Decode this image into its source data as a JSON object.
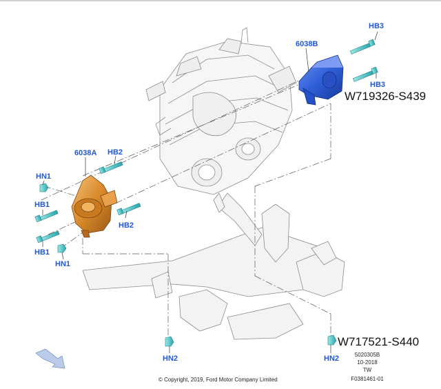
{
  "diagram": {
    "callouts": {
      "hb3_top": "HB3",
      "hb3_bottom": "HB3",
      "bracket_right": "6038B",
      "bracket_left": "6038A",
      "hb2_top": "HB2",
      "hb2_bottom": "HB2",
      "hn1_top": "HN1",
      "hn1_bottom": "HN1",
      "hb1_top": "HB1",
      "hb1_bottom": "HB1",
      "hn2_left": "HN2",
      "hn2_right": "HN2"
    },
    "part_numbers": {
      "upper": "W719326-S439",
      "lower": "W717521-S440"
    },
    "footer": {
      "copyright": "© Copyright, 2019, Ford Motor Company Limited",
      "code": "5020305B",
      "date": "10-2018",
      "region": "TW",
      "figure_id": "F0381461-01"
    },
    "colors": {
      "callout": "#1f57d6",
      "mount_right": "#2f5fd8",
      "mount_left": "#d98a2b",
      "fastener": "#35c2c2"
    }
  }
}
